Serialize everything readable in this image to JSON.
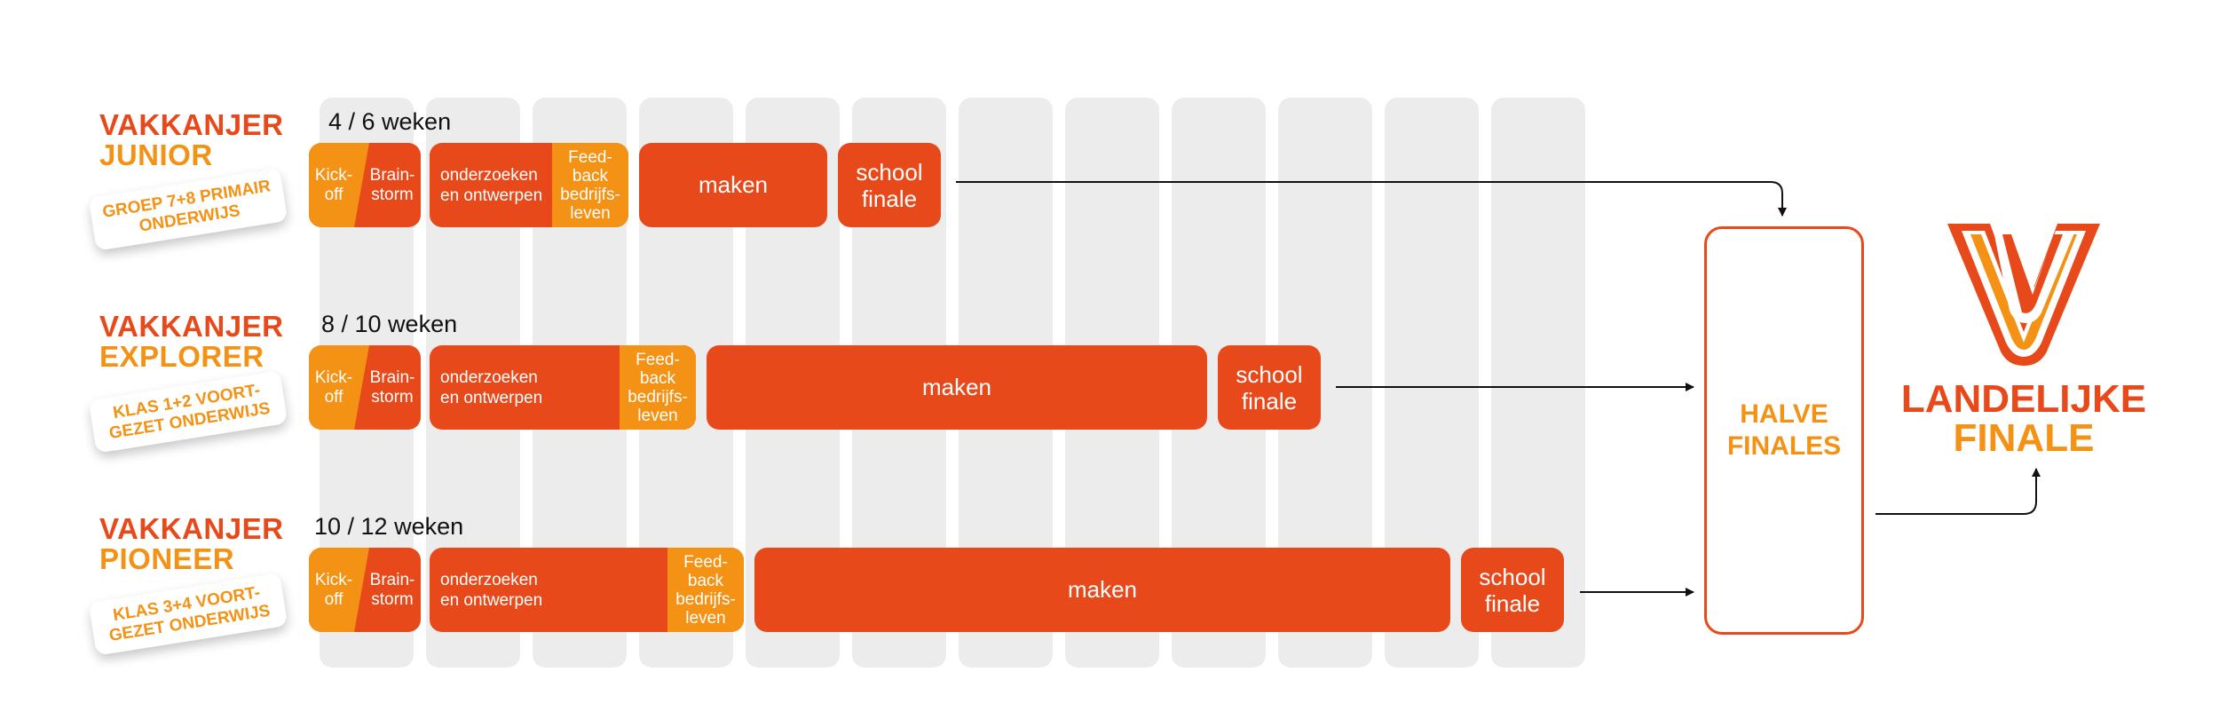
{
  "tracks": [
    {
      "title_line1": "VAKKANJER",
      "title_line2": "JUNIOR",
      "pill_line1": "GROEP 7+8 PRIMAIR",
      "pill_line2": "ONDERWIJS",
      "weeks": "4 / 6 weken",
      "kickoff": "Kick-\noff",
      "brainstorm": "Brain-\nstorm",
      "onderzoeken": "onderzoeken\nen ontwerpen",
      "feedback": "Feed-\nback\nbedrijfs-\nleven",
      "maken": "maken",
      "school_finale": "school\nfinale"
    },
    {
      "title_line1": "VAKKANJER",
      "title_line2": "EXPLORER",
      "pill_line1": "KLAS 1+2 VOORT-",
      "pill_line2": "GEZET ONDERWIJS",
      "weeks": "8 / 10 weken",
      "kickoff": "Kick-\noff",
      "brainstorm": "Brain-\nstorm",
      "onderzoeken": "onderzoeken\nen ontwerpen",
      "feedback": "Feed-\nback\nbedrijfs-\nleven",
      "maken": "maken",
      "school_finale": "school\nfinale"
    },
    {
      "title_line1": "VAKKANJER",
      "title_line2": "PIONEER",
      "pill_line1": "KLAS 3+4 VOORT-",
      "pill_line2": "GEZET ONDERWIJS",
      "weeks": "10 / 12 weken",
      "kickoff": "Kick-\noff",
      "brainstorm": "Brain-\nstorm",
      "onderzoeken": "onderzoeken\nen ontwerpen",
      "feedback": "Feed-\nback\nbedrijfs-\nleven",
      "maken": "maken",
      "school_finale": "school\nfinale"
    }
  ],
  "halve_finales": {
    "line1": "HALVE",
    "line2": "FINALES"
  },
  "landelijke_finale": {
    "line1": "LANDELIJKE",
    "line2": "FINALE"
  },
  "colors": {
    "orange_dark": "#e8491a",
    "orange_light": "#f39214",
    "column_gray": "#ececec"
  },
  "icons": {
    "logo": "vakkanjer-v-logo-icon"
  }
}
